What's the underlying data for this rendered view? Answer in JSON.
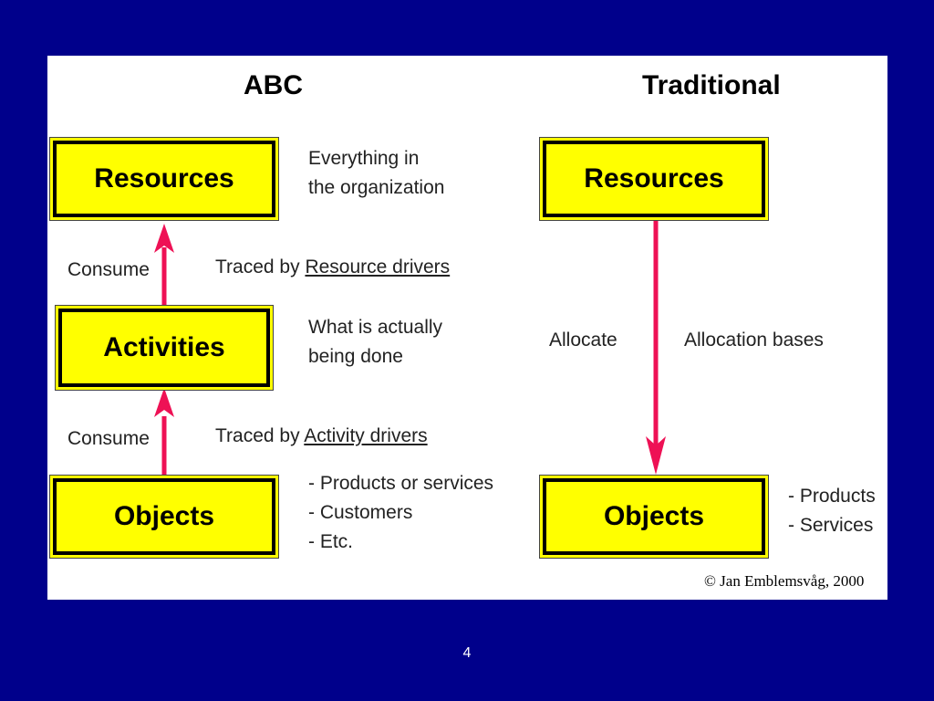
{
  "slide": {
    "page_number": "4"
  },
  "abc": {
    "heading": "ABC",
    "resources_box": "Resources",
    "resources_note": [
      "Everything in",
      "the organization"
    ],
    "consume_label_1": "Consume",
    "traced_1_prefix": "Traced by ",
    "traced_1_driver": "Resource drivers",
    "activities_box": "Activities",
    "activities_note": [
      "What is actually",
      "being done"
    ],
    "consume_label_2": "Consume",
    "traced_2_prefix": "Traced by ",
    "traced_2_driver": "Activity drivers",
    "objects_box": "Objects",
    "objects_note": [
      "- Products or services",
      "- Customers",
      "- Etc."
    ]
  },
  "traditional": {
    "heading": "Traditional",
    "resources_box": "Resources",
    "allocate_label": "Allocate",
    "allocation_bases_label": "Allocation bases",
    "objects_box": "Objects",
    "objects_note": [
      "- Products",
      "- Services"
    ]
  },
  "copyright": "© Jan Emblemsvåg, 2000",
  "colors": {
    "background": "#00008b",
    "box_fill": "#ffff00",
    "arrow": "#ee1155"
  }
}
